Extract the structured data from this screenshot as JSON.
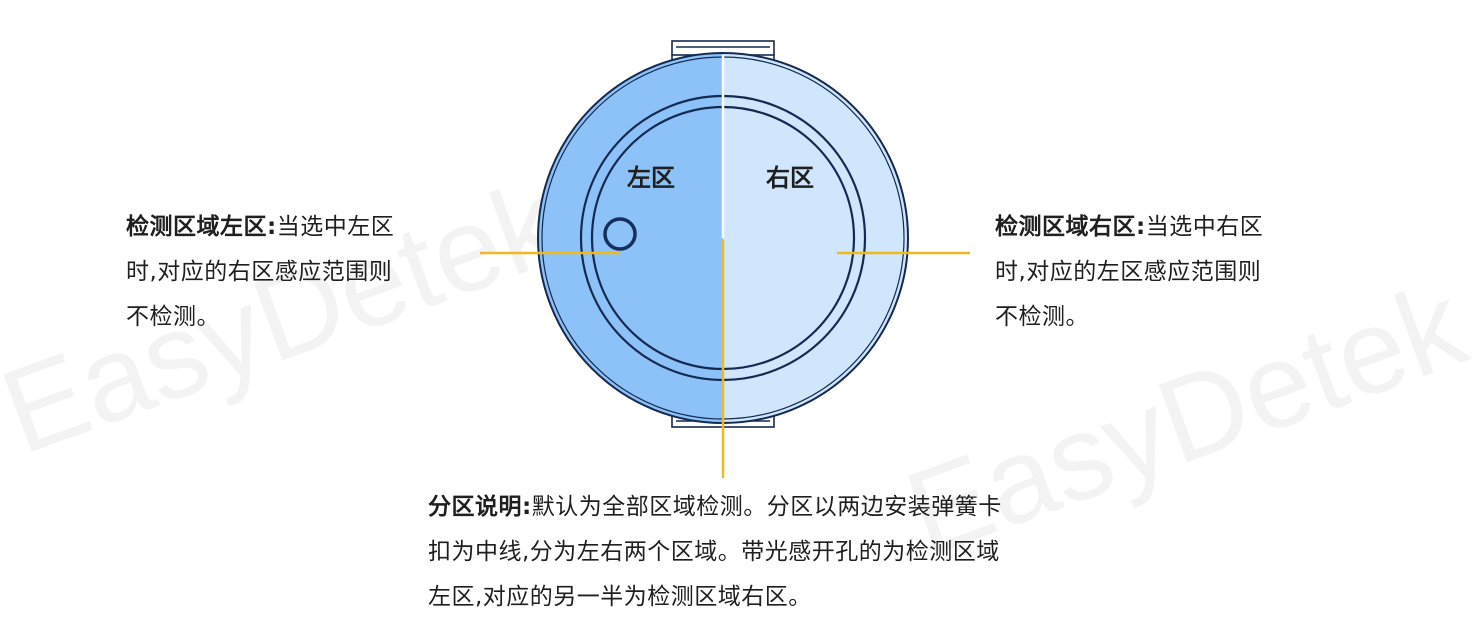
{
  "watermark": {
    "text": "EasyDetek 易探"
  },
  "zones": {
    "left_label": "左区",
    "right_label": "右区"
  },
  "notes": {
    "left": {
      "title": "检测区域左区:",
      "body_line1": "当选中左区",
      "body_line2": "时,对应的右区感应范围则",
      "body_line3": "不检测。"
    },
    "right": {
      "title": "检测区域右区:",
      "body_line1": "当选中右区",
      "body_line2": "时,对应的左区感应范围则",
      "body_line3": "不检测。"
    },
    "bottom": {
      "title": "分区说明:",
      "body_line1": "默认为全部区域检测。分区以两边安装弹簧卡",
      "body_line2": "扣为中线,分为左右两个区域。带光感开孔的为检测区域",
      "body_line3": "左区,对应的另一半为检测区域右区。"
    }
  },
  "colors": {
    "left_zone": "#8cc2f7",
    "right_zone": "#d0e6fc",
    "outline": "#142a52",
    "callout_line": "#f1b91e",
    "text": "#1f1f1f"
  }
}
